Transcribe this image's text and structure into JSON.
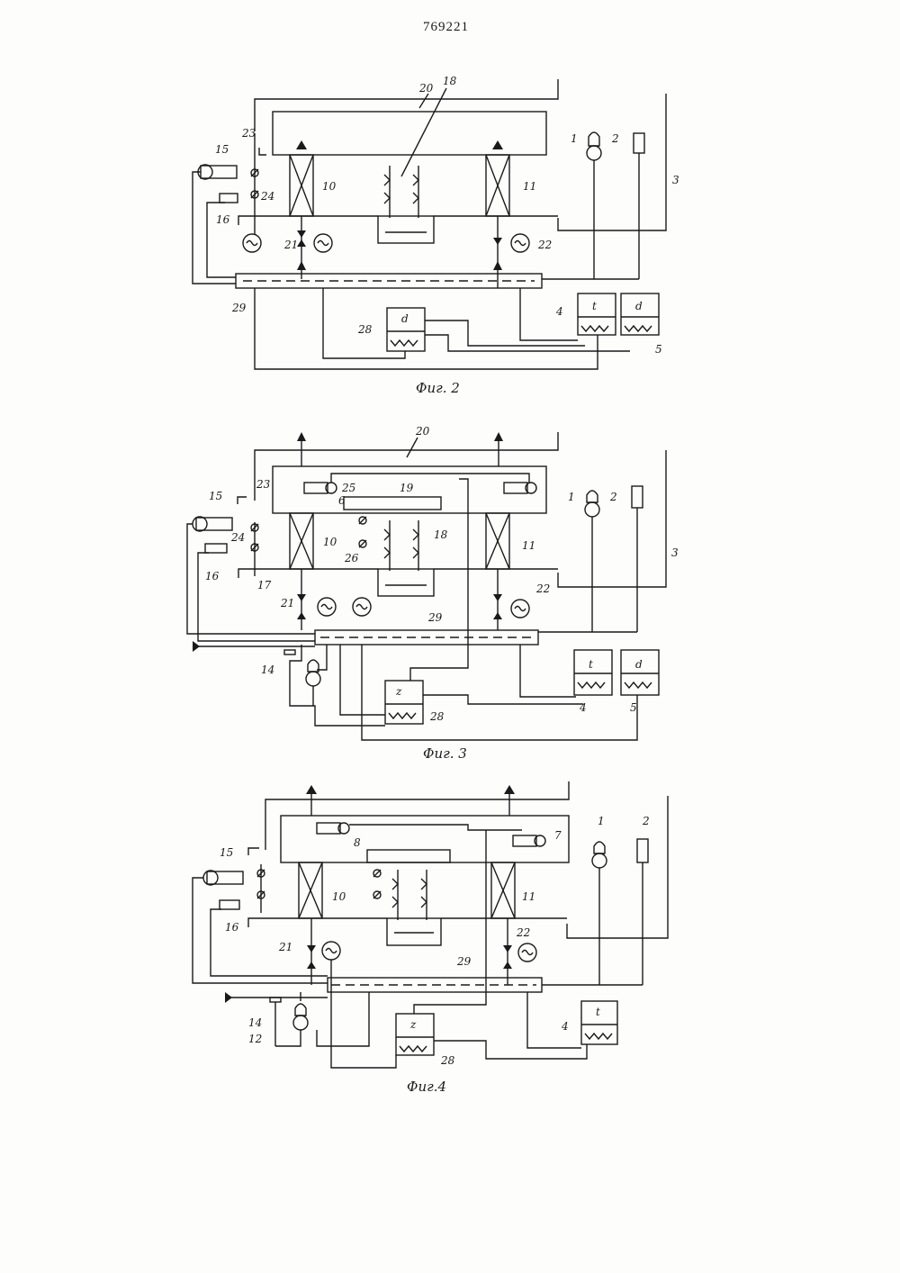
{
  "document": {
    "patent_number": "769221",
    "figures": [
      {
        "caption": "Фиг. 2",
        "labels": [
          "20",
          "18",
          "23",
          "15",
          "24",
          "16",
          "10",
          "11",
          "1",
          "2",
          "3",
          "21",
          "22",
          "29",
          "28",
          "4",
          "5"
        ],
        "block_letters": {
          "block_28": "d",
          "block_4": "t",
          "block_5": "d"
        }
      },
      {
        "caption": "Фиг. 3",
        "labels": [
          "20",
          "23",
          "15",
          "25",
          "19",
          "6",
          "1",
          "2",
          "24",
          "10",
          "18",
          "16",
          "26",
          "11",
          "3",
          "17",
          "21",
          "22",
          "29",
          "14",
          "28",
          "4",
          "5"
        ],
        "block_letters": {
          "block_28": "z",
          "block_4": "t",
          "block_5": "d"
        }
      },
      {
        "caption": "Фиг.4",
        "labels": [
          "15",
          "8",
          "7",
          "1",
          "2",
          "10",
          "11",
          "16",
          "21",
          "22",
          "29",
          "14",
          "12",
          "28",
          "4"
        ],
        "block_letters": {
          "block_28": "z",
          "block_4": "t"
        }
      }
    ]
  }
}
